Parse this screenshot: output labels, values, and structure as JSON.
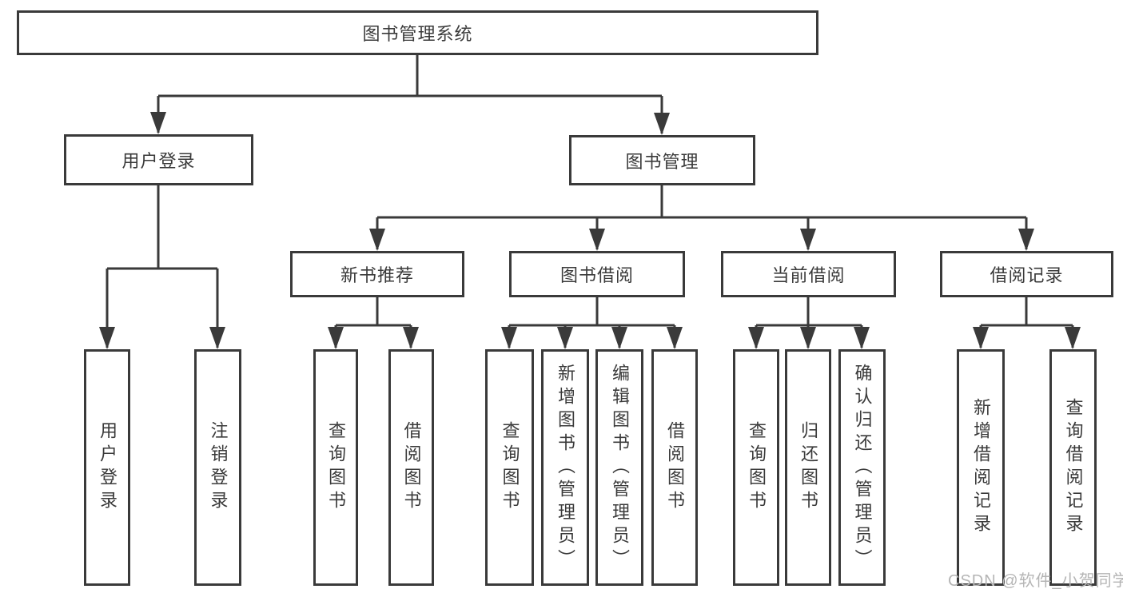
{
  "tree": {
    "root": {
      "label": "图书管理系统"
    },
    "user_branch": {
      "label": "用户登录",
      "leaves": [
        "用户登录",
        "注销登录"
      ]
    },
    "book_branch": {
      "label": "图书管理",
      "sections": [
        {
          "label": "新书推荐",
          "leaves": [
            "查询图书",
            "借阅图书"
          ]
        },
        {
          "label": "图书借阅",
          "leaves": [
            "查询图书",
            "新增图书（管理员）",
            "编辑图书（管理员）",
            "借阅图书"
          ]
        },
        {
          "label": "当前借阅",
          "leaves": [
            "查询图书",
            "归还图书",
            "确认归还（管理员）"
          ]
        },
        {
          "label": "借阅记录",
          "leaves": [
            "新增借阅记录",
            "查询借阅记录"
          ]
        }
      ]
    }
  },
  "watermark": "CSDN @软件_小贺同学",
  "colors": {
    "line": "#3a3a3a",
    "box_border": "#3a3a3a",
    "text": "#3a3a3a",
    "watermark": "#b5b5b5",
    "background": "#ffffff"
  }
}
